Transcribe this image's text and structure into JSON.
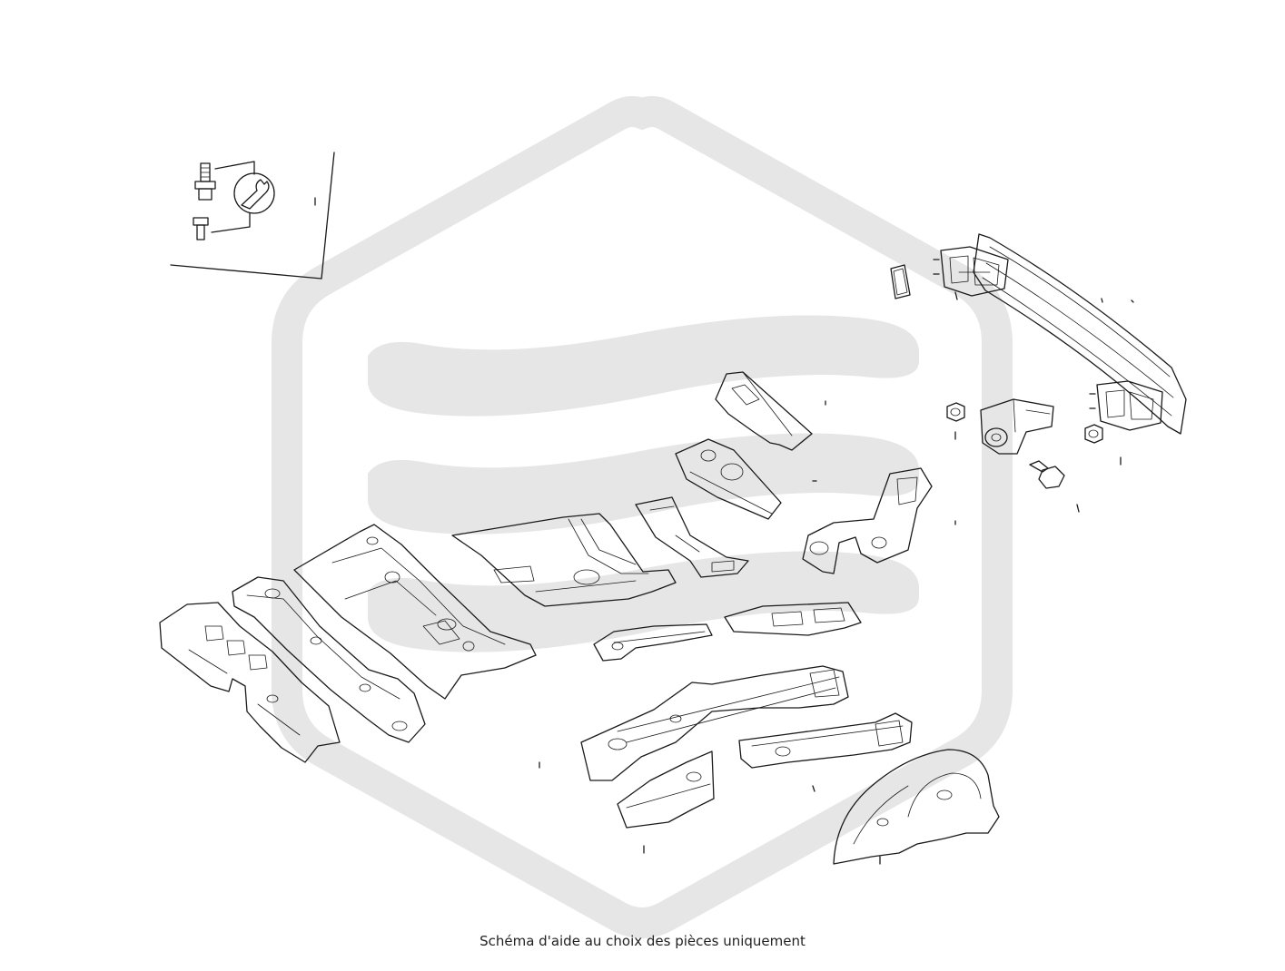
{
  "diagram": {
    "caption": "Schéma d'aide au choix des pièces uniquement",
    "watermark_color": "#e6e6e6",
    "line_color": "#1a1a1a",
    "parts": [
      {
        "name": "fastener-kit-callout",
        "icon": "bolt-and-wrench-icon"
      },
      {
        "name": "label-sticker"
      },
      {
        "name": "rear-bumper-reinforcement-bar"
      },
      {
        "name": "crash-box-mount-left"
      },
      {
        "name": "crash-box-mount-right"
      },
      {
        "name": "nut"
      },
      {
        "name": "tow-eye-bracket"
      },
      {
        "name": "flange-bolt"
      },
      {
        "name": "cross-member-upper"
      },
      {
        "name": "cross-member-center"
      },
      {
        "name": "floor-tunnel-bracket"
      },
      {
        "name": "rear-floor-pan"
      },
      {
        "name": "side-bracket-assembly"
      },
      {
        "name": "floor-side-member-left"
      },
      {
        "name": "floor-side-member-right"
      },
      {
        "name": "center-floor-panel"
      },
      {
        "name": "sill-reinforcement-outer"
      },
      {
        "name": "sill-reinforcement-inner"
      },
      {
        "name": "rear-side-member-long"
      },
      {
        "name": "rear-side-member-short"
      },
      {
        "name": "rear-rail-extension"
      },
      {
        "name": "wheelhouse-inner-panel"
      }
    ]
  }
}
